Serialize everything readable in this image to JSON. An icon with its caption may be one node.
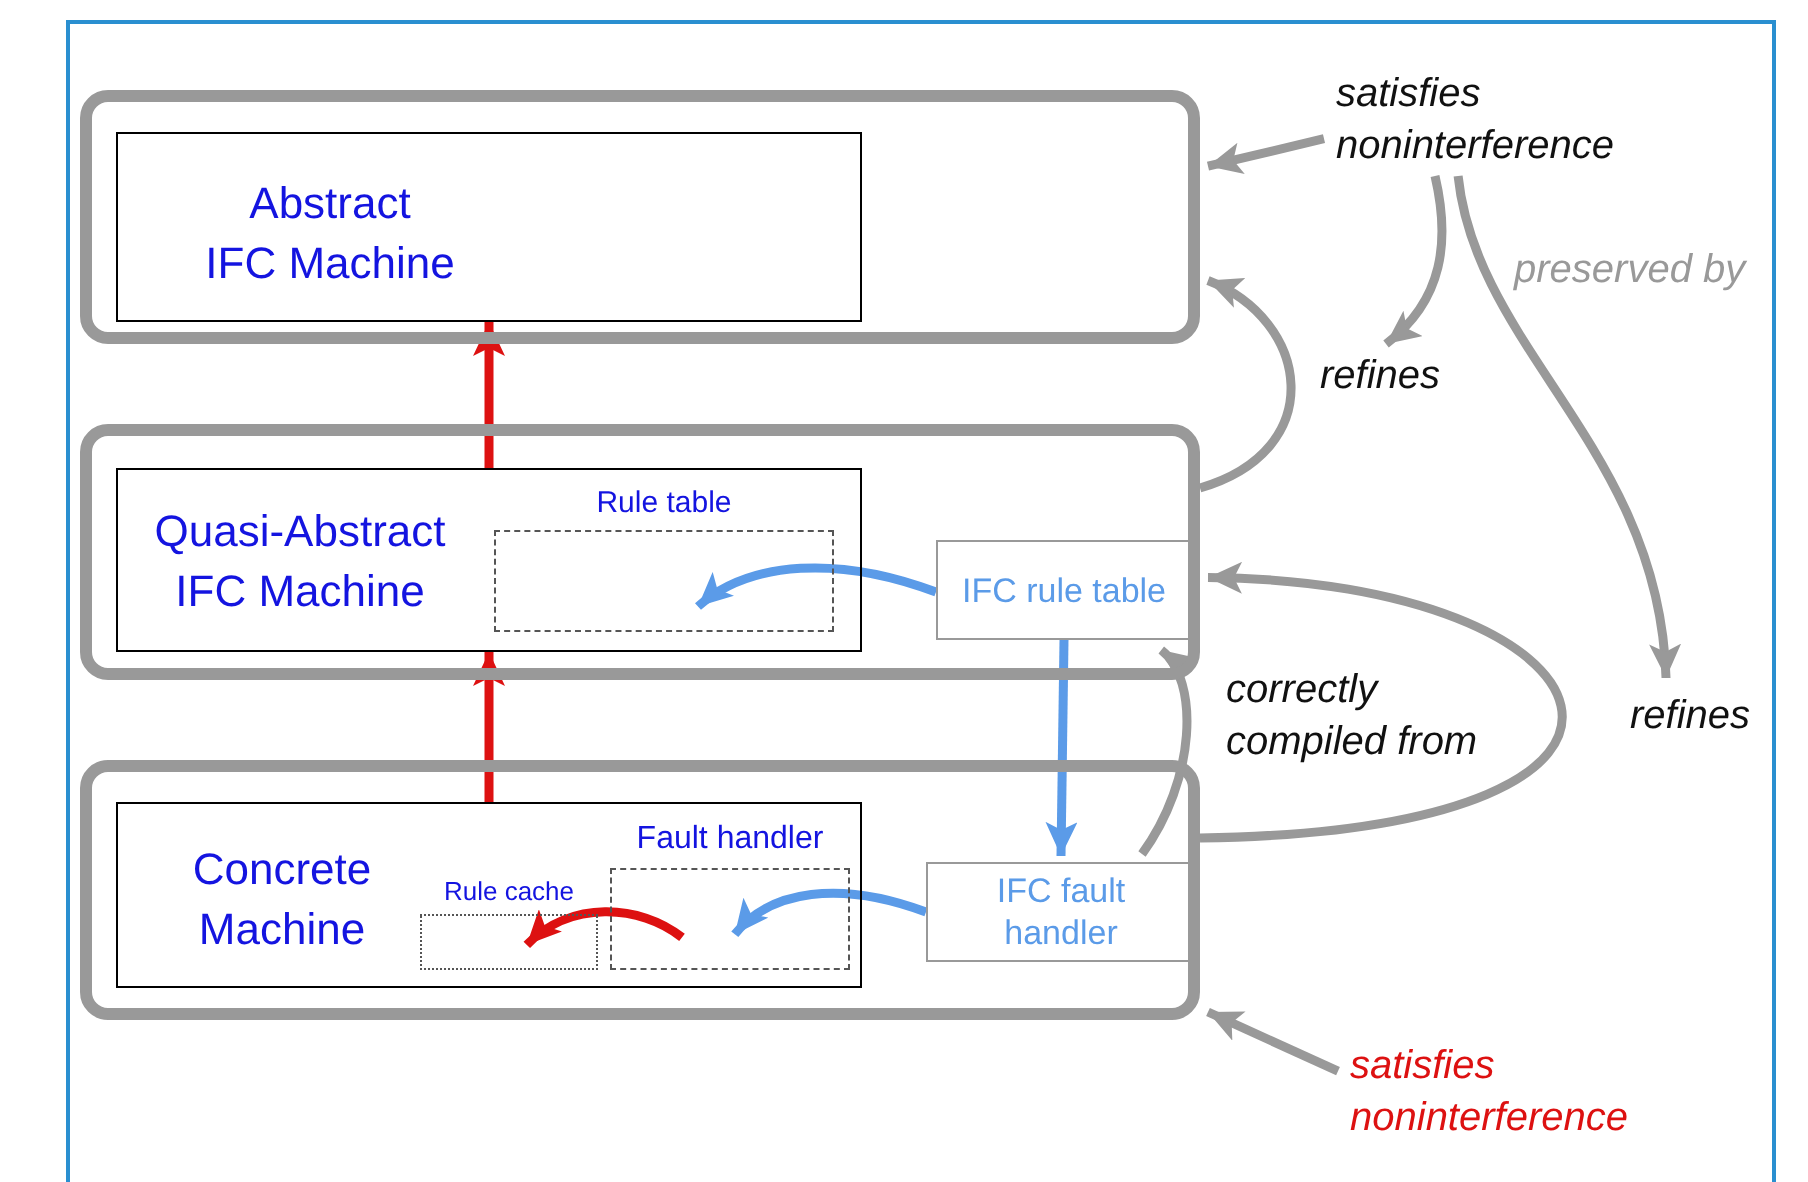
{
  "diagram": {
    "nodes": [
      {
        "text": [],
        "shape": "box"
      },
      {
        "text": [
          "Abstract IFC Machine"
        ],
        "in": 0
      },
      {
        "text": [],
        "shape": "box"
      },
      {
        "text": [
          "Quasi-Abstract IFC Machine"
        ],
        "in": 2
      },
      {
        "text": [
          "Rule table"
        ],
        "in": 3
      },
      {
        "text": [
          "IFC rule table"
        ],
        "in": 2
      },
      {
        "text": [],
        "shape": "box"
      },
      {
        "text": [
          "Concrete Machine"
        ],
        "in": 6
      },
      {
        "text": [
          "Fault handler"
        ],
        "in": 7
      },
      {
        "text": [
          "Rule cache"
        ],
        "in": 7
      },
      {
        "text": [
          "IFC fault handler"
        ],
        "in": 6
      },
      {
        "text": [
          "satisfies noninterference"
        ]
      },
      {
        "text": [
          "refines"
        ]
      },
      {
        "text": [
          "refines"
        ]
      },
      {
        "text": [
          "satisfies noninterference"
        ]
      }
    ],
    "edges": [
      {
        "from": 11,
        "to": 0,
        "arrow": "to"
      },
      {
        "from": 3,
        "to": 1,
        "arrow": "to",
        "color": "#dd1111"
      },
      {
        "from": 7,
        "to": 3,
        "arrow": "to",
        "color": "#dd1111"
      },
      {
        "from": 11,
        "to": 12,
        "arrow": "to"
      },
      {
        "from": 11,
        "to": 13,
        "arrow": "to",
        "label": "preserved by"
      },
      {
        "from": 2,
        "to": 0,
        "arrow": "to"
      },
      {
        "from": 6,
        "to": 2,
        "arrow": "to"
      },
      {
        "from": 10,
        "to": 5,
        "arrow": "to",
        "label": "correctly compiled from"
      },
      {
        "from": 5,
        "to": 4,
        "arrow": "to",
        "color": "#5b9be8"
      },
      {
        "from": 5,
        "to": 10,
        "arrow": "to",
        "color": "#5b9be8"
      },
      {
        "from": 10,
        "to": 8,
        "arrow": "to",
        "color": "#5b9be8"
      },
      {
        "from": 8,
        "to": 9,
        "arrow": "to",
        "color": "#dd1111"
      },
      {
        "from": 14,
        "to": 6,
        "arrow": "to"
      }
    ]
  }
}
